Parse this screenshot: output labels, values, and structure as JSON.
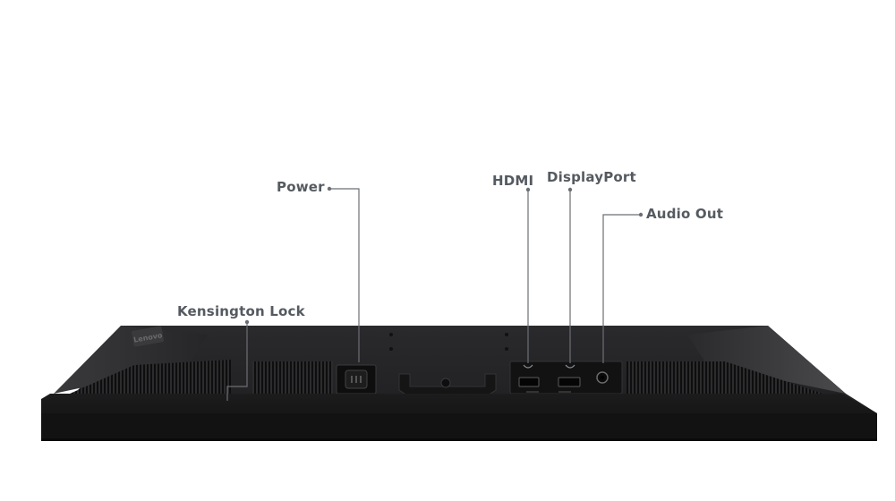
{
  "callouts": {
    "power": "Power",
    "hdmi": "HDMI",
    "displayport": "DisplayPort",
    "audio_out": "Audio Out",
    "kensington_lock": "Kensington Lock"
  },
  "colors": {
    "background": "#ffffff",
    "label_text": "#555a60",
    "leader_line": "#6b6f75",
    "monitor_body": "#1b1b1c"
  },
  "logo": {
    "text": "Lenovo"
  }
}
